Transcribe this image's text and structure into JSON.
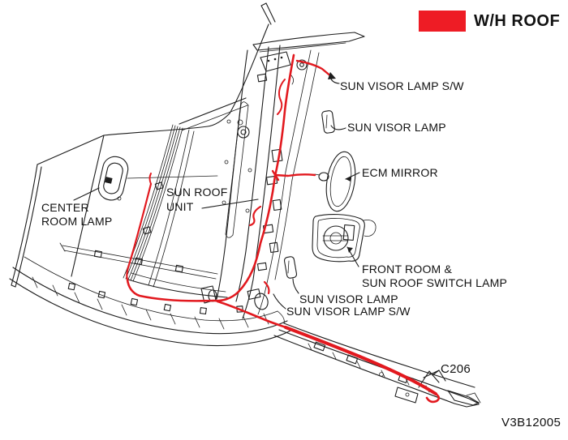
{
  "legend": {
    "label": "W/H ROOF",
    "swatch_color": "#ee1c25"
  },
  "callouts": {
    "sun_visor_lamp_sw_top": "SUN VISOR LAMP S/W",
    "sun_visor_lamp_top": "SUN VISOR LAMP",
    "ecm_mirror": "ECM MIRROR",
    "center_room_lamp_line1": "CENTER",
    "center_room_lamp_line2": "ROOM LAMP",
    "sun_roof_unit_line1": "SUN ROOF",
    "sun_roof_unit_line2": "UNIT",
    "front_room_line1": "FRONT ROOM &",
    "front_room_line2": "SUN ROOF SWITCH LAMP",
    "sun_visor_lamp_bottom": "SUN VISOR LAMP",
    "sun_visor_lamp_sw_bottom": "SUN VISOR LAMP S/W",
    "connector": "C206"
  },
  "figure_code": "V3B12005",
  "colors": {
    "harness_red": "#e2191f",
    "legend_red": "#ee1c25",
    "line_ink": "#1d1d1d"
  }
}
